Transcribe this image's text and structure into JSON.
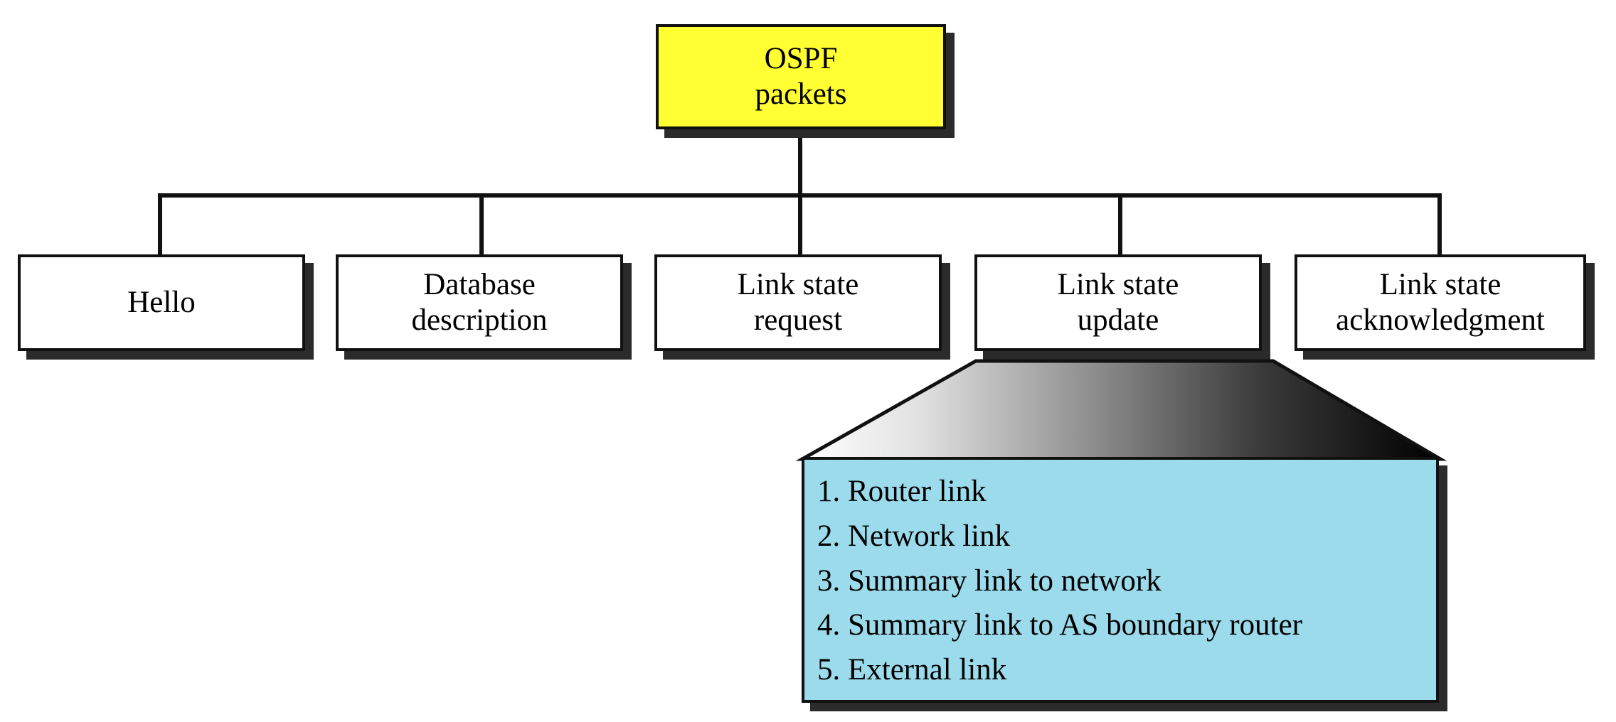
{
  "diagram": {
    "title_node": {
      "label": "OSPF\npackets",
      "fill": "#ffff33"
    },
    "children": [
      {
        "label": "Hello"
      },
      {
        "label": "Database\ndescription"
      },
      {
        "label": "Link state\nrequest"
      },
      {
        "label": "Link state\nupdate"
      },
      {
        "label": "Link state\nacknowledgment"
      }
    ],
    "callout": {
      "source": "Link state update",
      "fill": "#9bdbeb",
      "items": [
        "1. Router link",
        "2. Network link",
        "3. Summary link to network",
        "4. Summary link to AS boundary router",
        "5. External link"
      ]
    },
    "colors": {
      "root_fill": "#ffff33",
      "callout_fill": "#9bdbeb",
      "box_fill": "#ffffff",
      "stroke": "#111111",
      "shadow": "#2b2b2b",
      "wedge_gradient_from": "#ffffff",
      "wedge_gradient_to": "#000000"
    }
  }
}
